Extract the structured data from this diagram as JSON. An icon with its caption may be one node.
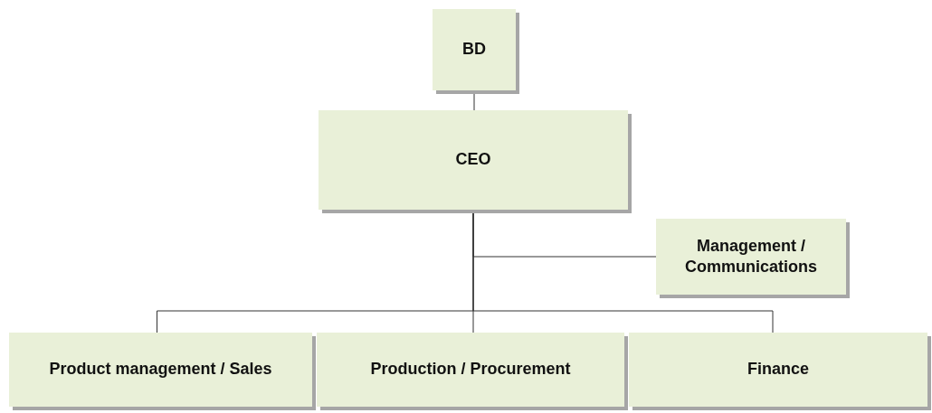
{
  "diagram": {
    "nodes": [
      {
        "text": [
          "BD"
        ]
      },
      {
        "text": [
          "CEO"
        ]
      },
      {
        "text": [
          "Management / Communications"
        ]
      },
      {
        "text": [
          "Product management / Sales"
        ]
      },
      {
        "text": [
          "Production / Procurement"
        ]
      },
      {
        "text": [
          "Finance"
        ]
      }
    ],
    "edges": [
      {
        "from": 0,
        "to": 1,
        "arrow": "none"
      },
      {
        "from": 1,
        "to": 2,
        "arrow": "none"
      },
      {
        "from": 1,
        "to": 3,
        "arrow": "none"
      },
      {
        "from": 1,
        "to": 4,
        "arrow": "none"
      },
      {
        "from": 1,
        "to": 5,
        "arrow": "none"
      }
    ]
  }
}
